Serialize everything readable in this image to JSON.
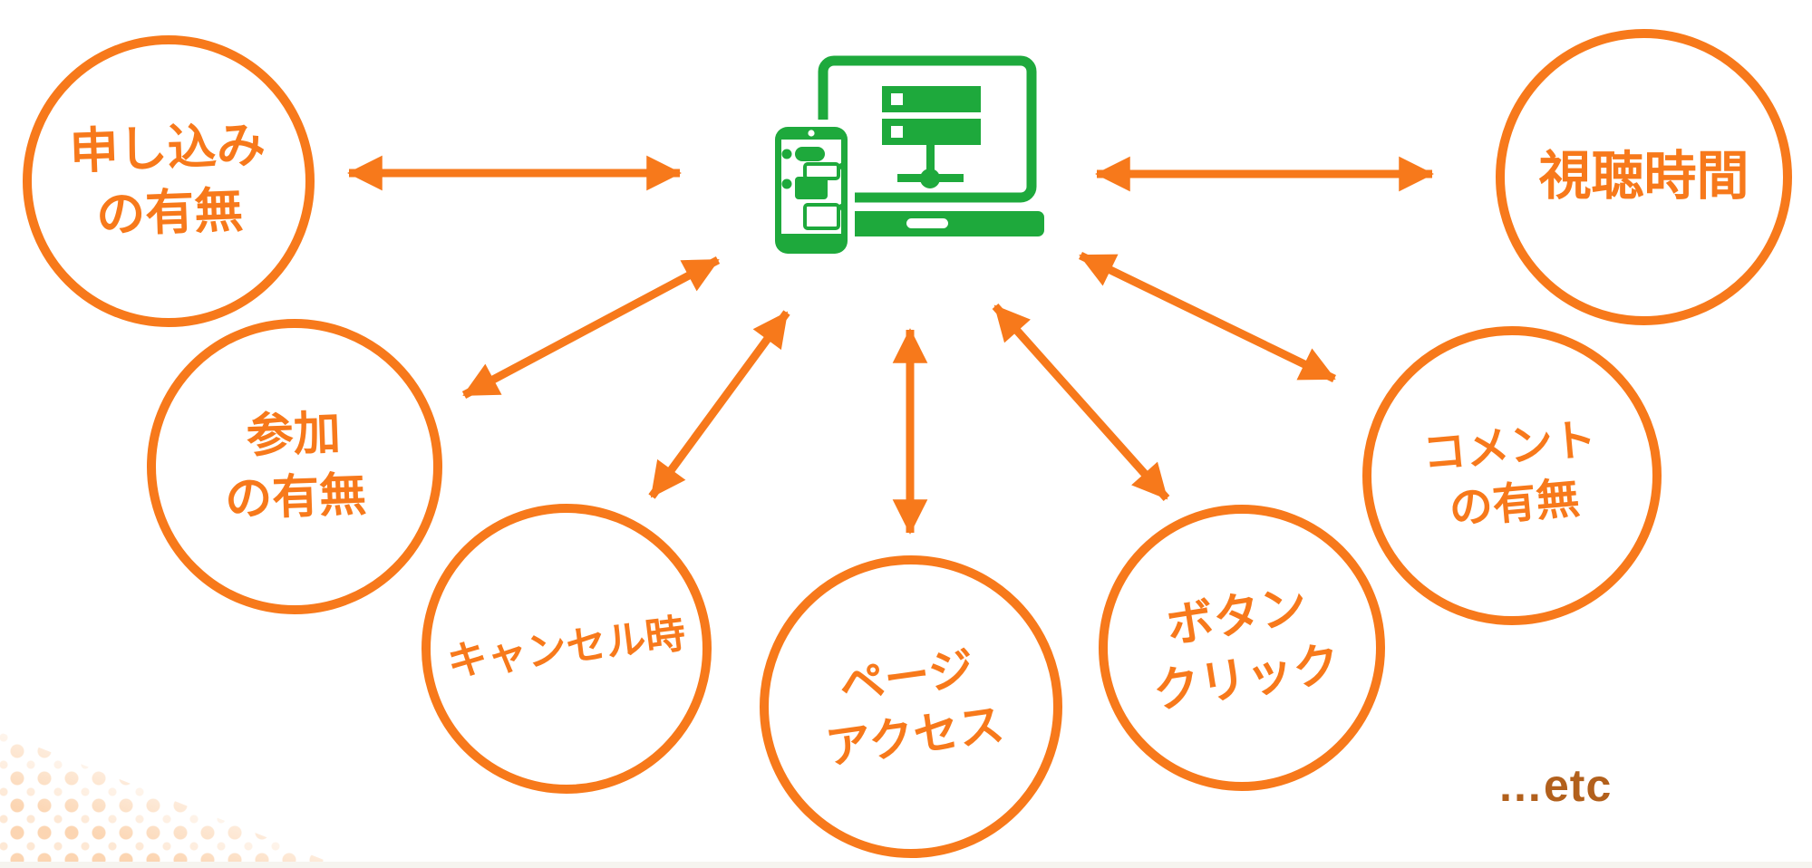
{
  "colors": {
    "orange": "#f7791b",
    "green": "#1ea93c",
    "etc": "#b2601c",
    "background": "#ffffff"
  },
  "icons": {
    "center": "laptop-server-and-smartphone-chat-icon"
  },
  "nodes": [
    {
      "id": "application",
      "lines": [
        "申し込み",
        "の有無"
      ]
    },
    {
      "id": "participation",
      "lines": [
        "参加",
        "の有無"
      ]
    },
    {
      "id": "cancellation",
      "lines": [
        "キャンセル時"
      ]
    },
    {
      "id": "page-access",
      "lines": [
        "ページ",
        "アクセス"
      ]
    },
    {
      "id": "button-click",
      "lines": [
        "ボタン",
        "クリック"
      ]
    },
    {
      "id": "comments",
      "lines": [
        "コメント",
        "の有無"
      ]
    },
    {
      "id": "watch-time",
      "lines": [
        "視聴時間"
      ]
    }
  ],
  "etc_label": "…etc"
}
